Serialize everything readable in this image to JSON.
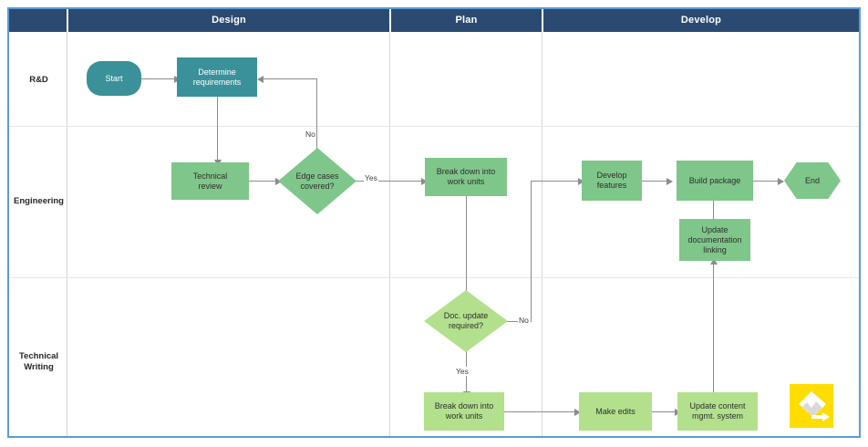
{
  "diagram": {
    "title": "Software documentation swimlane flowchart",
    "colors": {
      "frame_border": "#5b9bd5",
      "header_band": "#2b4a72",
      "header_text": "#ffffff",
      "teal_node": "#3a9199",
      "green_node": "#7fc68a",
      "light_green_node": "#b3e08c",
      "connector": "#8c8c8c",
      "badge_yellow": "#ffdd00"
    },
    "phases": [
      {
        "label": "Design"
      },
      {
        "label": "Plan"
      },
      {
        "label": "Develop"
      }
    ],
    "lanes": [
      {
        "label": "R&D"
      },
      {
        "label": "Engineering"
      },
      {
        "label": "Technical\nWriting",
        "line1": "Technical",
        "line2": "Writing"
      }
    ],
    "nodes": [
      {
        "id": "start",
        "label": "Start",
        "shape": "rounded",
        "lane": "R&D",
        "phase": "Design"
      },
      {
        "id": "determine",
        "label": "Determine requirements",
        "shape": "rectangle",
        "lane": "R&D",
        "phase": "Design",
        "line1": "Determine",
        "line2": "requirements"
      },
      {
        "id": "techreview",
        "label": "Technical review",
        "shape": "rectangle",
        "lane": "Engineering",
        "phase": "Design",
        "line1": "Technical",
        "line2": "review"
      },
      {
        "id": "edgecases",
        "label": "Edge cases covered?",
        "shape": "diamond",
        "lane": "Engineering",
        "phase": "Design",
        "line1": "Edge cases",
        "line2": "covered?"
      },
      {
        "id": "breakdown1",
        "label": "Break down into work units",
        "shape": "rectangle",
        "lane": "Engineering",
        "phase": "Plan",
        "line1": "Break down into",
        "line2": "work units"
      },
      {
        "id": "developfeat",
        "label": "Develop features",
        "shape": "rectangle",
        "lane": "Engineering",
        "phase": "Develop",
        "line1": "Develop",
        "line2": "features"
      },
      {
        "id": "buildpkg",
        "label": "Build package",
        "shape": "rectangle",
        "lane": "Engineering",
        "phase": "Develop"
      },
      {
        "id": "end",
        "label": "End",
        "shape": "hexagon",
        "lane": "Engineering",
        "phase": "Develop"
      },
      {
        "id": "updatedoclink",
        "label": "Update documentation linking",
        "shape": "rectangle",
        "lane": "Engineering",
        "phase": "Develop",
        "line1": "Update",
        "line2": "documentation",
        "line3": "linking"
      },
      {
        "id": "docupdate",
        "label": "Doc. update required?",
        "shape": "diamond",
        "lane": "Technical Writing",
        "phase": "Plan",
        "line1": "Doc. update",
        "line2": "required?"
      },
      {
        "id": "breakdown2",
        "label": "Break down into work units",
        "shape": "rectangle",
        "lane": "Technical Writing",
        "phase": "Plan",
        "line1": "Break down into",
        "line2": "work units"
      },
      {
        "id": "makeedits",
        "label": "Make edits",
        "shape": "rectangle",
        "lane": "Technical Writing",
        "phase": "Develop"
      },
      {
        "id": "updatecms",
        "label": "Update content mgmt. system",
        "shape": "rectangle",
        "lane": "Technical Writing",
        "phase": "Develop",
        "line1": "Update content",
        "line2": "mgmt. system"
      }
    ],
    "edges": [
      {
        "from": "start",
        "to": "determine",
        "label": ""
      },
      {
        "from": "determine",
        "to": "techreview",
        "label": ""
      },
      {
        "from": "techreview",
        "to": "edgecases",
        "label": ""
      },
      {
        "from": "edgecases",
        "to": "determine",
        "label": "No"
      },
      {
        "from": "edgecases",
        "to": "breakdown1",
        "label": "Yes"
      },
      {
        "from": "breakdown1",
        "to": "docupdate",
        "label": ""
      },
      {
        "from": "docupdate",
        "to": "developfeat",
        "label": "No"
      },
      {
        "from": "docupdate",
        "to": "breakdown2",
        "label": "Yes"
      },
      {
        "from": "developfeat",
        "to": "buildpkg",
        "label": ""
      },
      {
        "from": "buildpkg",
        "to": "end",
        "label": ""
      },
      {
        "from": "updatedoclink",
        "to": "buildpkg",
        "label": ""
      },
      {
        "from": "breakdown2",
        "to": "makeedits",
        "label": ""
      },
      {
        "from": "makeedits",
        "to": "updatecms",
        "label": ""
      },
      {
        "from": "updatecms",
        "to": "updatedoclink",
        "label": ""
      }
    ],
    "edge_labels": {
      "no_edgecases": "No",
      "yes_edgecases": "Yes",
      "no_docupdate": "No",
      "yes_docupdate": "Yes"
    },
    "badge": {
      "name": "diagram-export-badge",
      "icon": "diamond-arrow-icon"
    }
  }
}
